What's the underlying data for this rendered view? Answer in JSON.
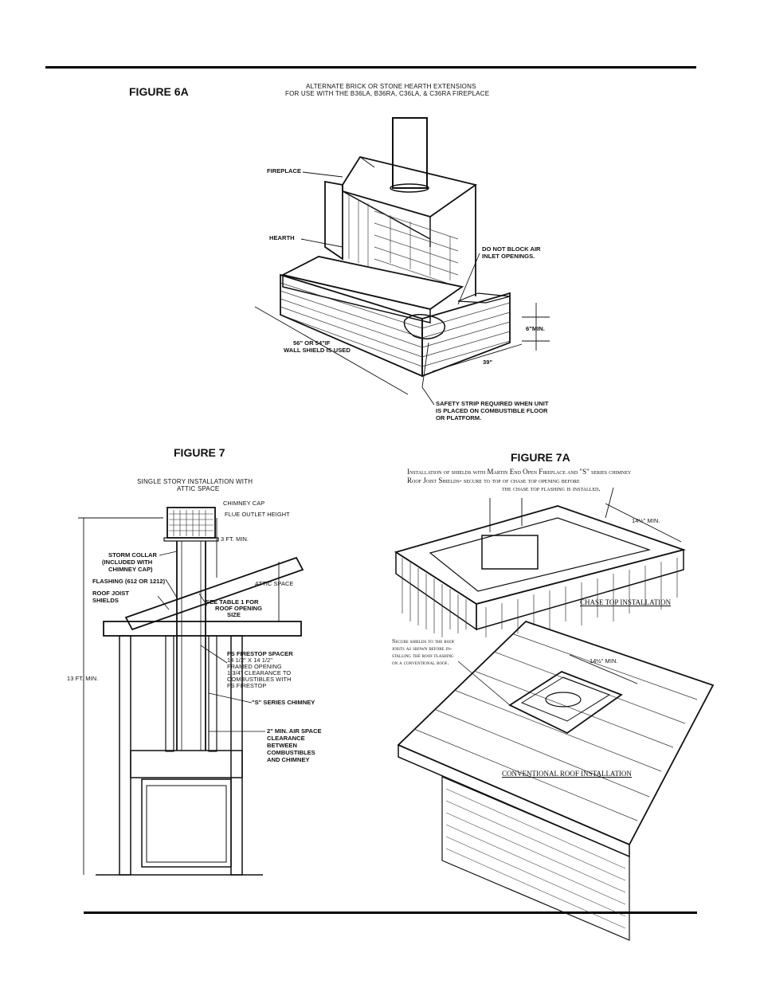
{
  "figure6a": {
    "title": "FIGURE 6A",
    "caption_line1": "ALTERNATE BRICK OR STONE HEARTH EXTENSIONS",
    "caption_line2": "FOR USE WITH THE B36LA, B36RA, C36LA, & C36RA FIREPLACE",
    "label_fireplace": "FIREPLACE",
    "label_hearth": "HEARTH",
    "label_air_1": "DO NOT BLOCK AIR",
    "label_air_2": "INLET OPENINGS.",
    "label_min": "6\"MIN.",
    "label_width_1": "56\" OR 54\"IF",
    "label_width_2": "WALL SHIELD IS USED",
    "label_depth": "39\"",
    "label_safety_1": "SAFETY STRIP REQUIRED WHEN UNIT",
    "label_safety_2": "IS PLACED ON COMBUSTIBLE FLOOR",
    "label_safety_3": "OR PLATFORM."
  },
  "figure7": {
    "title": "FIGURE 7",
    "caption_line1": "SINGLE STORY INSTALLATION WITH",
    "caption_line2": "ATTIC SPACE",
    "label_cap": "CHIMNEY CAP",
    "label_flue": "FLUE OUTLET HEIGHT",
    "label_3ft": "3 FT. MIN.",
    "label_storm_1": "STORM COLLAR",
    "label_storm_2": "(INCLUDED WITH",
    "label_storm_3": "CHIMNEY CAP)",
    "label_flashing": "FLASHING (612 OR 1212)",
    "label_joist_1": "ROOF JOIST",
    "label_joist_2": "SHIELDS",
    "label_attic": "ATTIC SPACE",
    "label_table_1": "SEE TABLE 1 FOR",
    "label_table_2": "ROOF OPENING",
    "label_table_3": "SIZE",
    "label_spacer_1": "FS FIRESTOP SPACER",
    "label_spacer_2": "14 1/2\" X 14 1/2\"",
    "label_spacer_3": "FRAMED OPENING",
    "label_spacer_4": "1 3/4\" CLEARANCE TO",
    "label_spacer_5": "COMBUSTIBLES WITH",
    "label_spacer_6": "FS FIRESTOP",
    "label_13ft": "13 FT. MIN.",
    "label_chimney": "\"S\" SERIES CHIMNEY",
    "label_air_1": "2\" MIN. AIR SPACE",
    "label_air_2": "CLEARANCE",
    "label_air_3": "BETWEEN",
    "label_air_4": "COMBUSTIBLES",
    "label_air_5": "AND CHIMNEY"
  },
  "figure7a": {
    "title": "FIGURE 7A",
    "caption_line1": "Installation of shields with Martin End Open Fireplace and \"S\" series chimney",
    "caption_line2": "Roof Joist Shields- secure to top of chase top opening before",
    "caption_line3": "the chase top flashing is installed.",
    "label_min_top": "14½\" MIN.",
    "label_chase": "CHASE TOP INSTALLATION",
    "label_secure_1": "Secure shields to the roof",
    "label_secure_2": "joists as shown before in-",
    "label_secure_3": "stalling the roof flashing",
    "label_secure_4": "on a conventional roof.",
    "label_min_bottom": "14½\" MIN.",
    "label_conventional": "CONVENTIONAL ROOF INSTALLATION"
  }
}
